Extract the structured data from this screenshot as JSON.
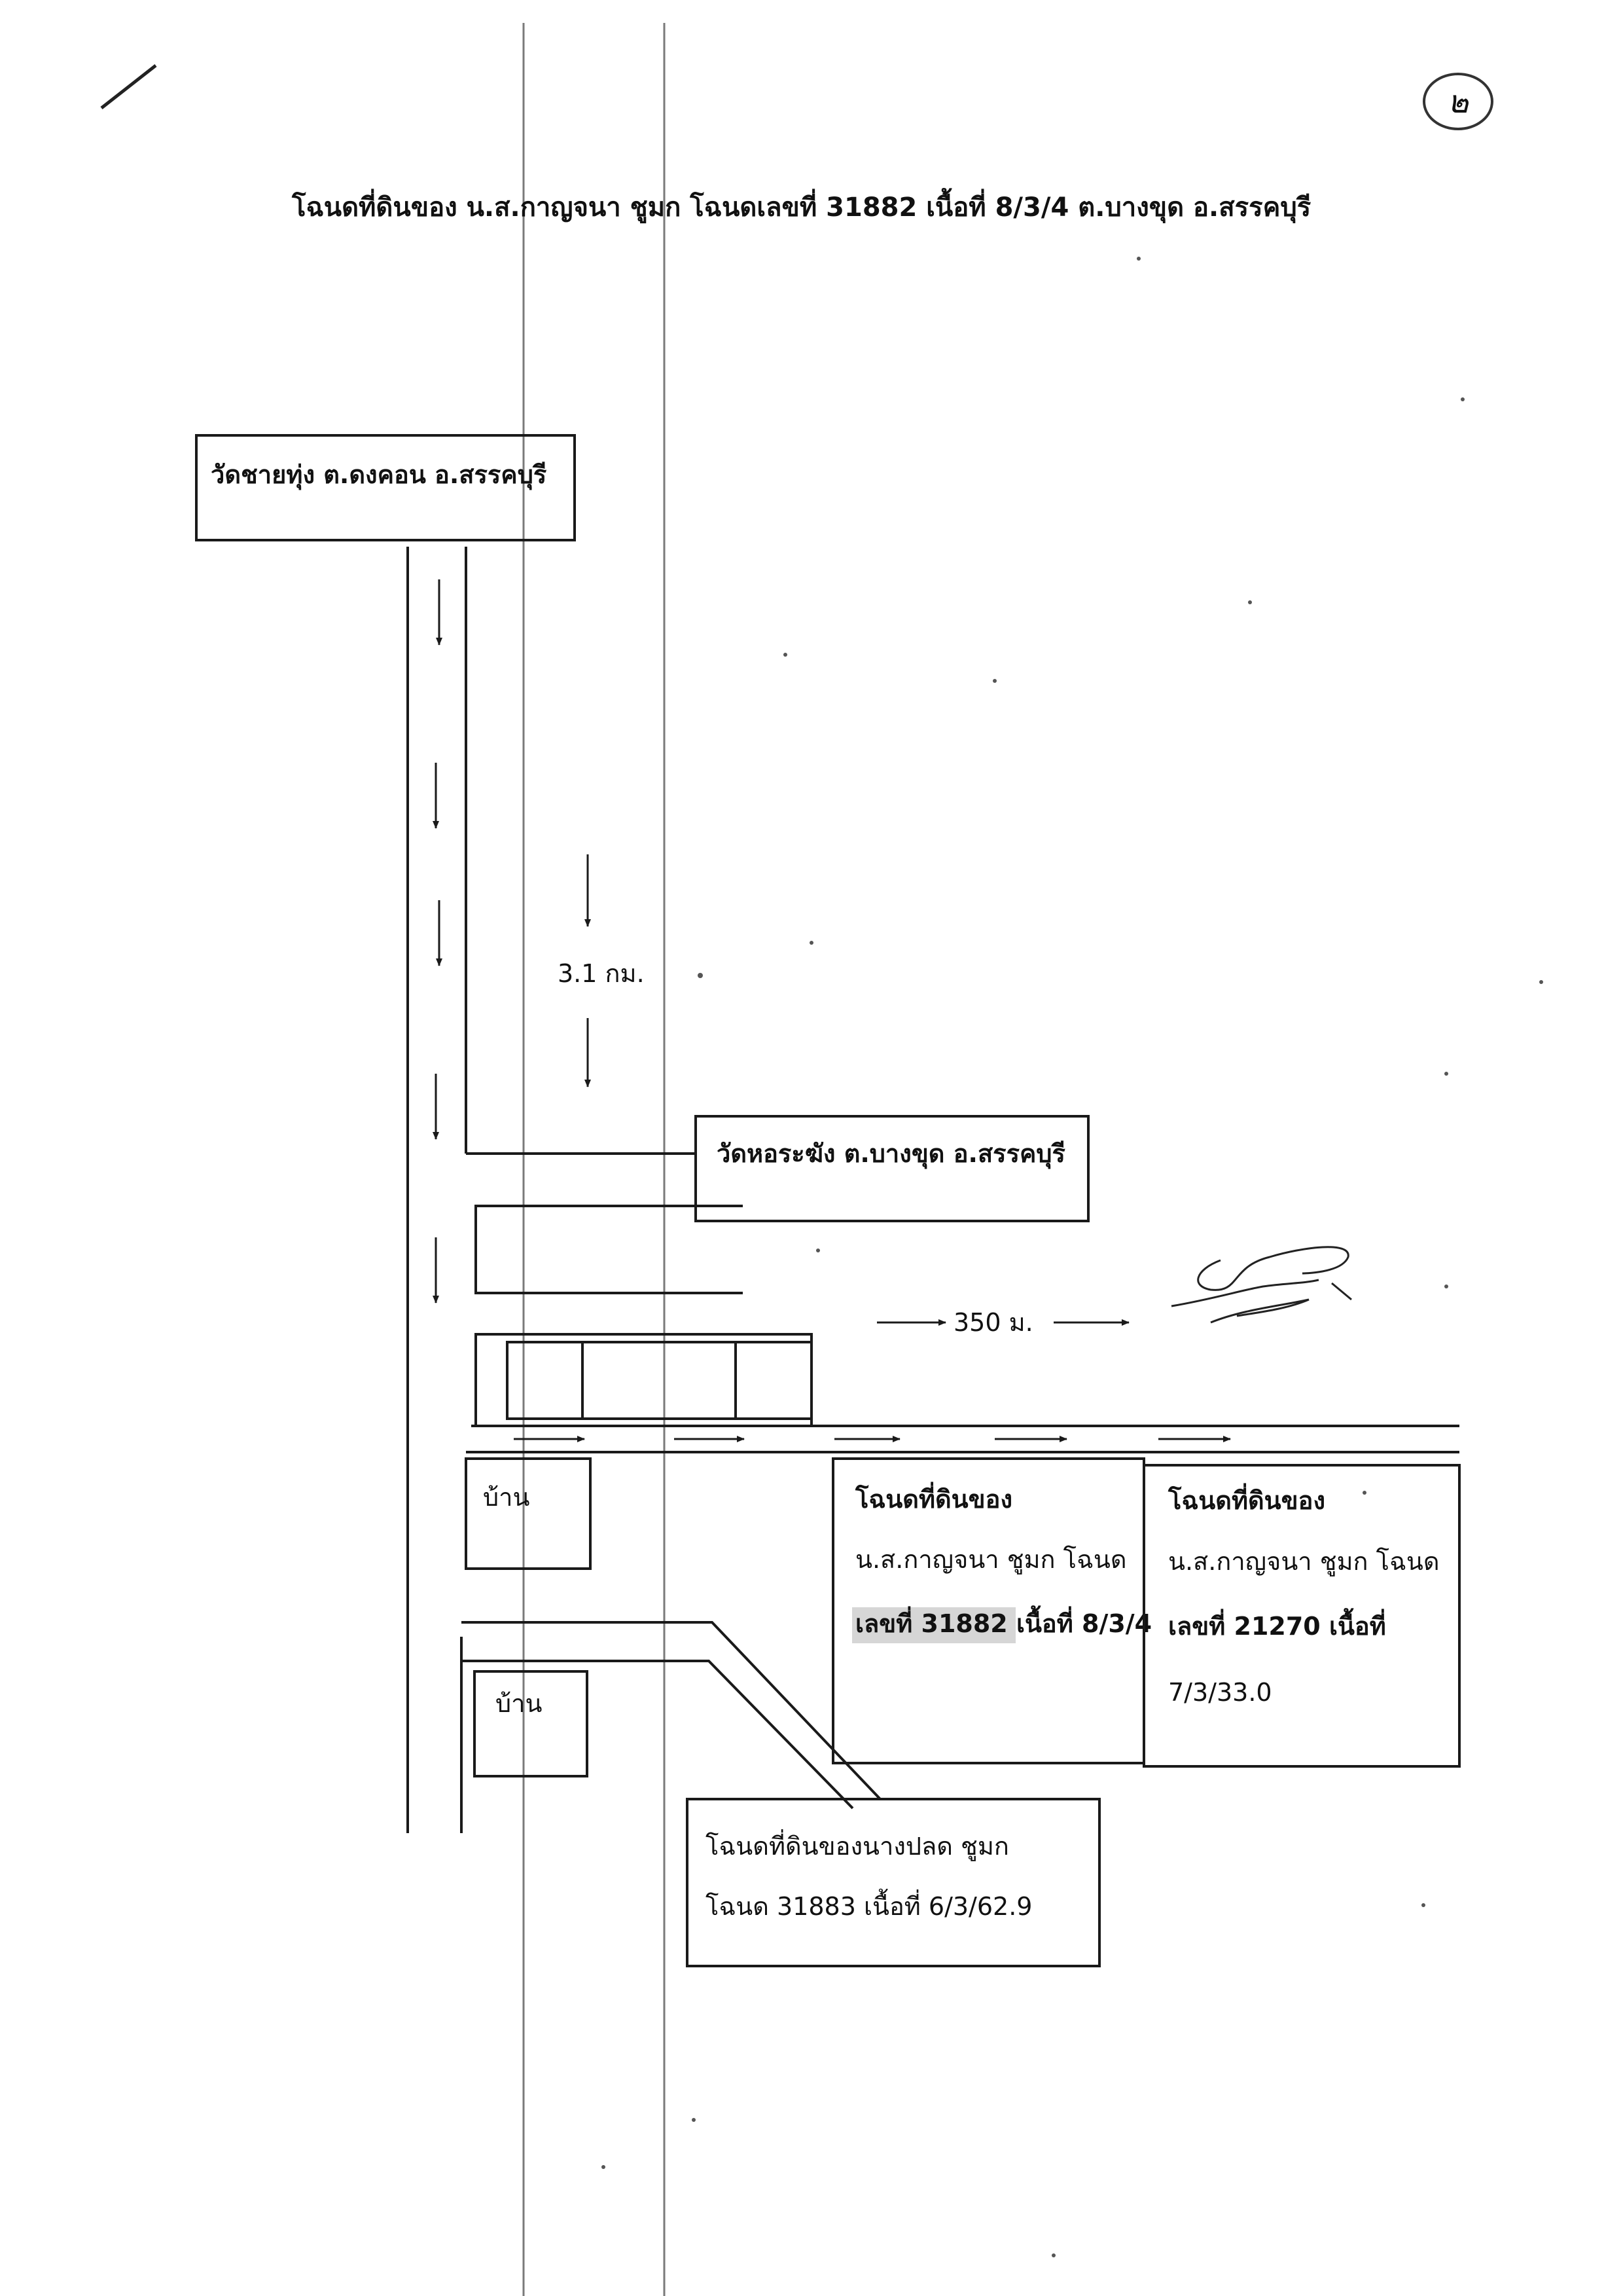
{
  "page_number": "๒",
  "title": "โฉนดที่ดินของ น.ส.กาญจนา ชูมก โฉนดเลขที่ 31882 เนื้อที่ 8/3/4 ต.บางขุด อ.สรรคบุรี",
  "temple_top": "วัดชายทุ่ง ต.ดงคอน อ.สรรคบุรี",
  "distance_vertical": "3.1 กม.",
  "temple_mid": "วัดหอระฆัง ต.บางขุด อ.สรรคบุรี",
  "distance_horizontal": "350 ม.",
  "house_1": "บ้าน",
  "house_2": "บ้าน",
  "parcel_target": {
    "line1": "โฉนดที่ดินของ",
    "line2": "น.ส.กาญจนา ชูมก โฉนด",
    "line3": "เลขที่ 31882 เนื้อที่ 8/3/4"
  },
  "parcel_adjacent": {
    "line1": "โฉนดที่ดินของ",
    "line2": "น.ส.กาญจนา ชูมก โฉนด",
    "line3": "เลขที่ 21270 เนื้อที่",
    "line4": "7/3/33.0"
  },
  "parcel_south": {
    "line1": "โฉนดที่ดินของนางปลด ชูมก",
    "line2": "โฉนด 31883 เนื้อที่ 6/3/62.9"
  }
}
